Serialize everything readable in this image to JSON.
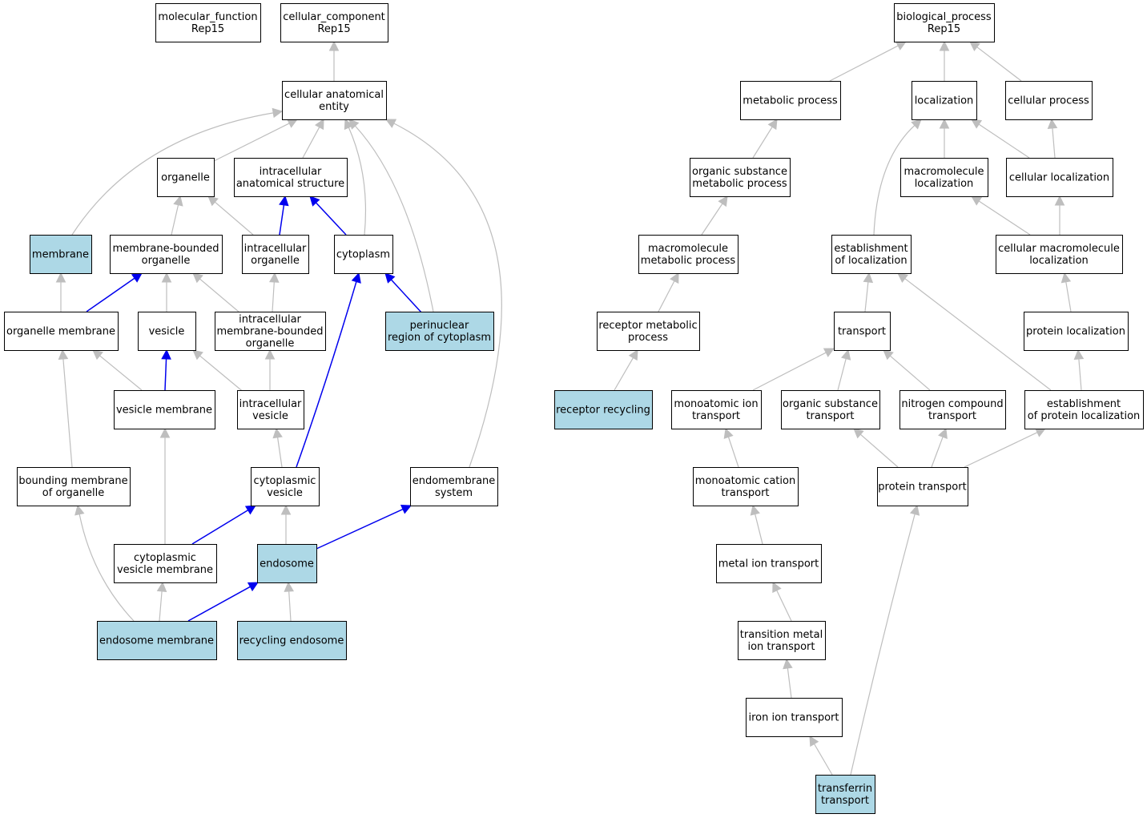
{
  "colors": {
    "highlight_fill": "#add8e6",
    "node_fill": "#ffffff",
    "node_stroke": "#000000",
    "edge_default": "#bebebe",
    "edge_highlight": "#0000ee"
  },
  "nodes": {
    "mf": [
      "molecular_function",
      "Rep15"
    ],
    "cc": [
      "cellular_component",
      "Rep15"
    ],
    "bp": [
      "biological_process",
      "Rep15"
    ],
    "cae": [
      "cellular anatomical",
      "entity"
    ],
    "organelle": [
      "organelle"
    ],
    "ias": [
      "intracellular",
      "anatomical structure"
    ],
    "membrane": [
      "membrane"
    ],
    "mbo": [
      "membrane-bounded",
      "organelle"
    ],
    "io": [
      "intracellular",
      "organelle"
    ],
    "cytoplasm": [
      "cytoplasm"
    ],
    "om": [
      "organelle membrane"
    ],
    "vesicle": [
      "vesicle"
    ],
    "imbo": [
      "intracellular",
      "membrane-bounded",
      "organelle"
    ],
    "prc": [
      "perinuclear",
      "region of cytoplasm"
    ],
    "vm": [
      "vesicle membrane"
    ],
    "iv": [
      "intracellular",
      "vesicle"
    ],
    "bmo": [
      "bounding membrane",
      "of organelle"
    ],
    "cv": [
      "cytoplasmic",
      "vesicle"
    ],
    "ems": [
      "endomembrane",
      "system"
    ],
    "cvm": [
      "cytoplasmic",
      "vesicle membrane"
    ],
    "endosome": [
      "endosome"
    ],
    "em": [
      "endosome membrane"
    ],
    "re": [
      "recycling endosome"
    ],
    "mp": [
      "metabolic process"
    ],
    "loc": [
      "localization"
    ],
    "cp": [
      "cellular process"
    ],
    "osmp": [
      "organic substance",
      "metabolic process"
    ],
    "ml": [
      "macromolecule",
      "localization"
    ],
    "cl": [
      "cellular localization"
    ],
    "mmp": [
      "macromolecule",
      "metabolic process"
    ],
    "eol": [
      "establishment",
      "of localization"
    ],
    "cml": [
      "cellular macromolecule",
      "localization"
    ],
    "rmp": [
      "receptor metabolic",
      "process"
    ],
    "transport": [
      "transport"
    ],
    "pl": [
      "protein localization"
    ],
    "rr": [
      "receptor recycling"
    ],
    "mit": [
      "monoatomic ion",
      "transport"
    ],
    "ost": [
      "organic substance",
      "transport"
    ],
    "nct": [
      "nitrogen compound",
      "transport"
    ],
    "epl": [
      "establishment",
      "of protein localization"
    ],
    "mct": [
      "monoatomic cation",
      "transport"
    ],
    "pt": [
      "protein transport"
    ],
    "mtit": [
      "metal ion transport"
    ],
    "tmit": [
      "transition metal",
      "ion transport"
    ],
    "iit": [
      "iron ion transport"
    ],
    "tt": [
      "transferrin",
      "transport"
    ]
  },
  "highlighted": [
    "membrane",
    "prc",
    "endosome",
    "em",
    "re",
    "rr",
    "tt"
  ],
  "edges": [
    [
      "cae",
      "cc",
      "default"
    ],
    [
      "organelle",
      "cae",
      "default"
    ],
    [
      "ias",
      "cae",
      "default"
    ],
    [
      "membrane",
      "cae",
      "default"
    ],
    [
      "cytoplasm",
      "cae",
      "default"
    ],
    [
      "prc",
      "cae",
      "default"
    ],
    [
      "ems",
      "cae",
      "default"
    ],
    [
      "mbo",
      "organelle",
      "default"
    ],
    [
      "io",
      "organelle",
      "default"
    ],
    [
      "io",
      "ias",
      "highlight"
    ],
    [
      "cytoplasm",
      "ias",
      "highlight"
    ],
    [
      "om",
      "membrane",
      "default"
    ],
    [
      "om",
      "mbo",
      "highlight"
    ],
    [
      "vesicle",
      "mbo",
      "default"
    ],
    [
      "imbo",
      "mbo",
      "default"
    ],
    [
      "imbo",
      "io",
      "default"
    ],
    [
      "prc",
      "cytoplasm",
      "highlight"
    ],
    [
      "cv",
      "cytoplasm",
      "highlight"
    ],
    [
      "vm",
      "om",
      "default"
    ],
    [
      "vm",
      "vesicle",
      "highlight"
    ],
    [
      "iv",
      "vesicle",
      "default"
    ],
    [
      "iv",
      "imbo",
      "default"
    ],
    [
      "bmo",
      "om",
      "default"
    ],
    [
      "cvm",
      "vm",
      "default"
    ],
    [
      "cv",
      "iv",
      "default"
    ],
    [
      "cvm",
      "cv",
      "highlight"
    ],
    [
      "endosome",
      "cv",
      "default"
    ],
    [
      "endosome",
      "ems",
      "highlight"
    ],
    [
      "em",
      "bmo",
      "default"
    ],
    [
      "em",
      "cvm",
      "default"
    ],
    [
      "em",
      "endosome",
      "highlight"
    ],
    [
      "re",
      "endosome",
      "default"
    ],
    [
      "mp",
      "bp",
      "default"
    ],
    [
      "loc",
      "bp",
      "default"
    ],
    [
      "cp",
      "bp",
      "default"
    ],
    [
      "osmp",
      "mp",
      "default"
    ],
    [
      "ml",
      "loc",
      "default"
    ],
    [
      "cl",
      "loc",
      "default"
    ],
    [
      "eol",
      "loc",
      "default"
    ],
    [
      "cl",
      "cp",
      "default"
    ],
    [
      "mmp",
      "osmp",
      "default"
    ],
    [
      "cml",
      "ml",
      "default"
    ],
    [
      "cml",
      "cl",
      "default"
    ],
    [
      "rmp",
      "mmp",
      "default"
    ],
    [
      "transport",
      "eol",
      "default"
    ],
    [
      "epl",
      "eol",
      "default"
    ],
    [
      "pl",
      "cml",
      "default"
    ],
    [
      "rr",
      "rmp",
      "default"
    ],
    [
      "mit",
      "transport",
      "default"
    ],
    [
      "ost",
      "transport",
      "default"
    ],
    [
      "nct",
      "transport",
      "default"
    ],
    [
      "epl",
      "pl",
      "default"
    ],
    [
      "mct",
      "mit",
      "default"
    ],
    [
      "pt",
      "ost",
      "default"
    ],
    [
      "pt",
      "nct",
      "default"
    ],
    [
      "pt",
      "epl",
      "default"
    ],
    [
      "mtit",
      "mct",
      "default"
    ],
    [
      "tmit",
      "mtit",
      "default"
    ],
    [
      "iit",
      "tmit",
      "default"
    ],
    [
      "tt",
      "iit",
      "default"
    ],
    [
      "tt",
      "pt",
      "default"
    ]
  ]
}
